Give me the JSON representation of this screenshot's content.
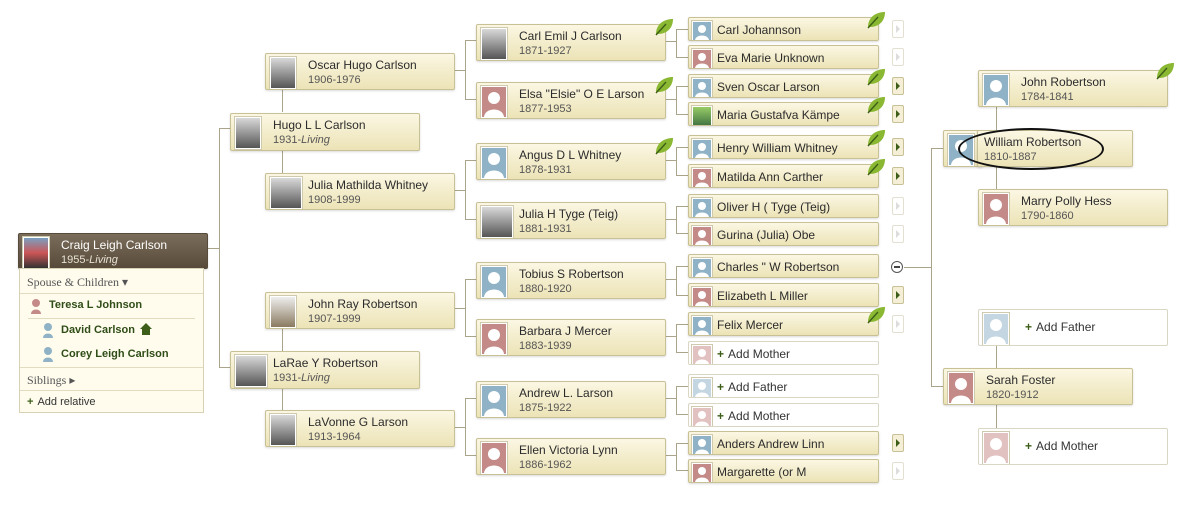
{
  "focus": {
    "name": "Craig Leigh Carlson",
    "dates": "1955-",
    "living": "Living"
  },
  "panel": {
    "spouse_header": "Spouse & Children ▾",
    "spouse": "Teresa L Johnson",
    "children": [
      "David Carlson",
      "Corey Leigh Carlson"
    ],
    "siblings": "Siblings ▸",
    "add_relative": "Add relative"
  },
  "gen1": [
    {
      "name": "Hugo L L Carlson",
      "dates": "1931-",
      "living": "Living"
    },
    {
      "name": "LaRae Y Robertson",
      "dates": "1931-",
      "living": "Living"
    }
  ],
  "gen2": [
    {
      "name": "Oscar Hugo Carlson",
      "dates": "1906-1976"
    },
    {
      "name": "Julia Mathilda Whitney",
      "dates": "1908-1999"
    },
    {
      "name": "John Ray Robertson",
      "dates": "1907-1999"
    },
    {
      "name": "LaVonne G Larson",
      "dates": "1913-1964"
    }
  ],
  "gen3": [
    {
      "name": "Carl Emil J Carlson",
      "dates": "1871-1927"
    },
    {
      "name": "Elsa \"Elsie\" O E Larson",
      "dates": "1877-1953"
    },
    {
      "name": "Angus D L Whitney",
      "dates": "1878-1931"
    },
    {
      "name": "Julia H Tyge (Teig)",
      "dates": "1881-1931"
    },
    {
      "name": "Tobius S Robertson",
      "dates": "1880-1920"
    },
    {
      "name": "Barbara J Mercer",
      "dates": "1883-1939"
    },
    {
      "name": "Andrew L. Larson",
      "dates": "1875-1922"
    },
    {
      "name": "Ellen Victoria Lynn",
      "dates": "1886-1962"
    }
  ],
  "gen4": [
    "Carl Johannson",
    "Eva Marie Unknown",
    "Sven Oscar Larson",
    "Maria Gustafva Kämpe",
    "Henry William Whitney",
    "Matilda Ann Carther",
    "Oliver H ( Tyge (Teig)",
    "Gurina (Julia) Obe",
    "Charles \" W Robertson",
    "Elizabeth L Miller",
    "Felix Mercer",
    "Add Mother",
    "Add Father",
    "Add Mother",
    "Anders Andrew Linn",
    "Margarette (or M"
  ],
  "right": {
    "john": {
      "name": "John Robertson",
      "dates": "1784-1841"
    },
    "william": {
      "name": "William Robertson",
      "dates": "1810-1887"
    },
    "marry": {
      "name": "Marry Polly Hess",
      "dates": "1790-1860"
    },
    "add_father": "Add Father",
    "sarah": {
      "name": "Sarah Foster",
      "dates": "1820-1912"
    },
    "add_mother": "Add Mother"
  },
  "colors": {
    "accent": "#3d5e18",
    "card": "#f3ecca",
    "focus": "#6a5d4b",
    "male": "#8fb2c6",
    "female": "#c48a88"
  }
}
